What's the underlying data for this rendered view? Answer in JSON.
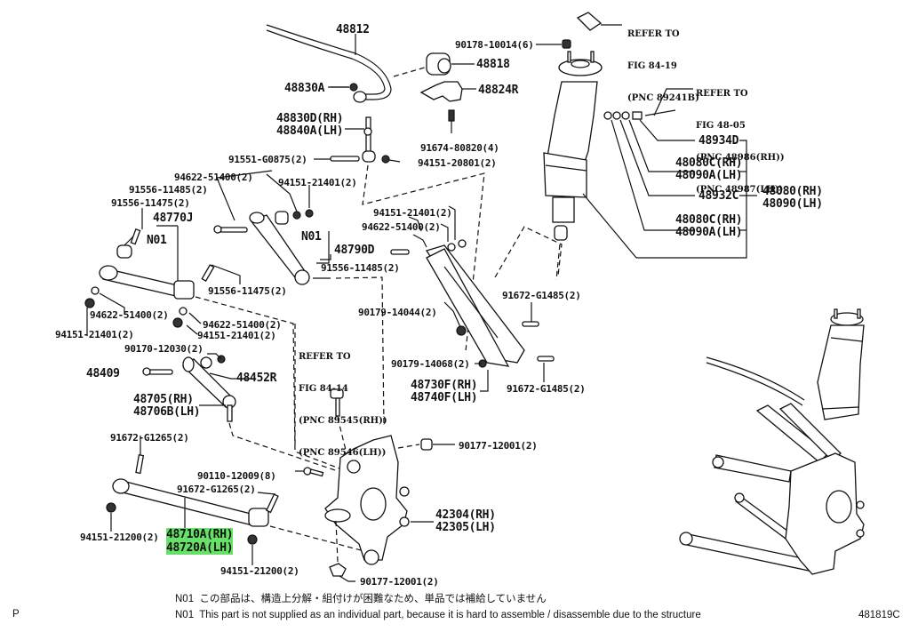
{
  "diagram": {
    "title_code": "481819C",
    "page_marker": "P",
    "refs": [
      {
        "id": "ref-fig-84-19",
        "lines": [
          "REFER TO",
          "FIG 84-19",
          "(PNC 89241B)"
        ]
      },
      {
        "id": "ref-fig-48-05",
        "lines": [
          "REFER TO",
          "FIG 48-05",
          "(PNC 48986(RH))",
          "(PNC 48987(LH))"
        ]
      },
      {
        "id": "ref-fig-84-14",
        "lines": [
          "REFER TO",
          "FIG 84-14",
          "(PNC 89545(RH))",
          "(PNC 89546(LH))"
        ]
      }
    ],
    "parts": {
      "p48812": "48812",
      "p90178": "90178-10014(6)",
      "p48818": "48818",
      "p48830A": "48830A",
      "p48824R": "48824R",
      "p48830D": "48830D(RH)",
      "p48840A": "48840A(LH)",
      "p91674": "91674-80820(4)",
      "p91551": "91551-G0875(2)",
      "p94151_20801": "94151-20801(2)",
      "p94622_top": "94622-51400(2)",
      "p94151_top": "94151-21401(2)",
      "p91556_11485_top": "91556-11485(2)",
      "p91556_11475_top": "91556-11475(2)",
      "p48770J": "48770J",
      "pN01_left": "N01",
      "pN01_mid": "N01",
      "p48790D": "48790D",
      "p94151_mid": "94151-21401(2)",
      "p94622_mid": "94622-51400(2)",
      "p91556_11485_mid": "91556-11485(2)",
      "p91556_11475_mid": "91556-11475(2)",
      "p94622_left": "94622-51400(2)",
      "p94151_left": "94151-21401(2)",
      "p94622_low": "94622-51400(2)",
      "p94151_low": "94151-21401(2)",
      "p90179_14044": "90179-14044(2)",
      "p91672_G1485_a": "91672-G1485(2)",
      "p90170": "90170-12030(2)",
      "p48409": "48409",
      "p48452R": "48452R",
      "p48705": "48705(RH)",
      "p48706B": "48706B(LH)",
      "p90179_14068": "90179-14068(2)",
      "p48730F": "48730F(RH)",
      "p48740F": "48740F(LH)",
      "p91672_G1485_b": "91672-G1485(2)",
      "p91672_G1265_a": "91672-G1265(2)",
      "p90177_top": "90177-12001(2)",
      "p90110": "90110-12009(8)",
      "p91672_G1265_b": "91672-G1265(2)",
      "p42304": "42304(RH)",
      "p42305": "42305(LH)",
      "p94151_21200_a": "94151-21200(2)",
      "p48710A": "48710A(RH)",
      "p48720A": "48720A(LH)",
      "p94151_21200_b": "94151-21200(2)",
      "p90177_bottom": "90177-12001(2)",
      "p48934D": "48934D",
      "p48080C_a": "48080C(RH)",
      "p48090A_a": "48090A(LH)",
      "p48932C": "48932C",
      "p48080C_b": "48080C(RH)",
      "p48090A_b": "48090A(LH)",
      "p48080": "48080(RH)",
      "p48090": "48090(LH)"
    },
    "highlight_color": "#66e066",
    "notes": {
      "jp": "N01  この部品は、構造上分解・組付けが困難なため、単品では補給していません",
      "en": "N01  This part is not supplied as an individual part, because it is hard to assemble / disassemble due to the structure"
    }
  }
}
